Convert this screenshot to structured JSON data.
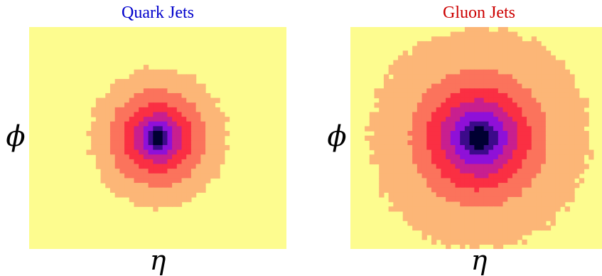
{
  "chart_data": [
    {
      "type": "heatmap",
      "title": "Quark Jets",
      "title_color": "#0000cc",
      "xlabel": "η",
      "ylabel": "ϕ",
      "grid": false,
      "colormap": [
        "#fdfc8f",
        "#fcb677",
        "#fb735c",
        "#fa2f43",
        "#c81f8f",
        "#8f10d8",
        "#3c0a8a",
        "#000032"
      ],
      "center": [
        0.5,
        0.5
      ],
      "radii": [
        0.27,
        0.19,
        0.135,
        0.095,
        0.065,
        0.04,
        0.022
      ]
    },
    {
      "type": "heatmap",
      "title": "Gluon Jets",
      "title_color": "#cc0000",
      "xlabel": "η",
      "ylabel": "ϕ",
      "grid": false,
      "colormap": [
        "#fdfc8f",
        "#fcb677",
        "#fb735c",
        "#fa2f43",
        "#c81f8f",
        "#8f10d8",
        "#3c0a8a",
        "#000032"
      ],
      "center": [
        0.5,
        0.5
      ],
      "radii": [
        0.43,
        0.27,
        0.2,
        0.15,
        0.105,
        0.07,
        0.04
      ]
    }
  ]
}
